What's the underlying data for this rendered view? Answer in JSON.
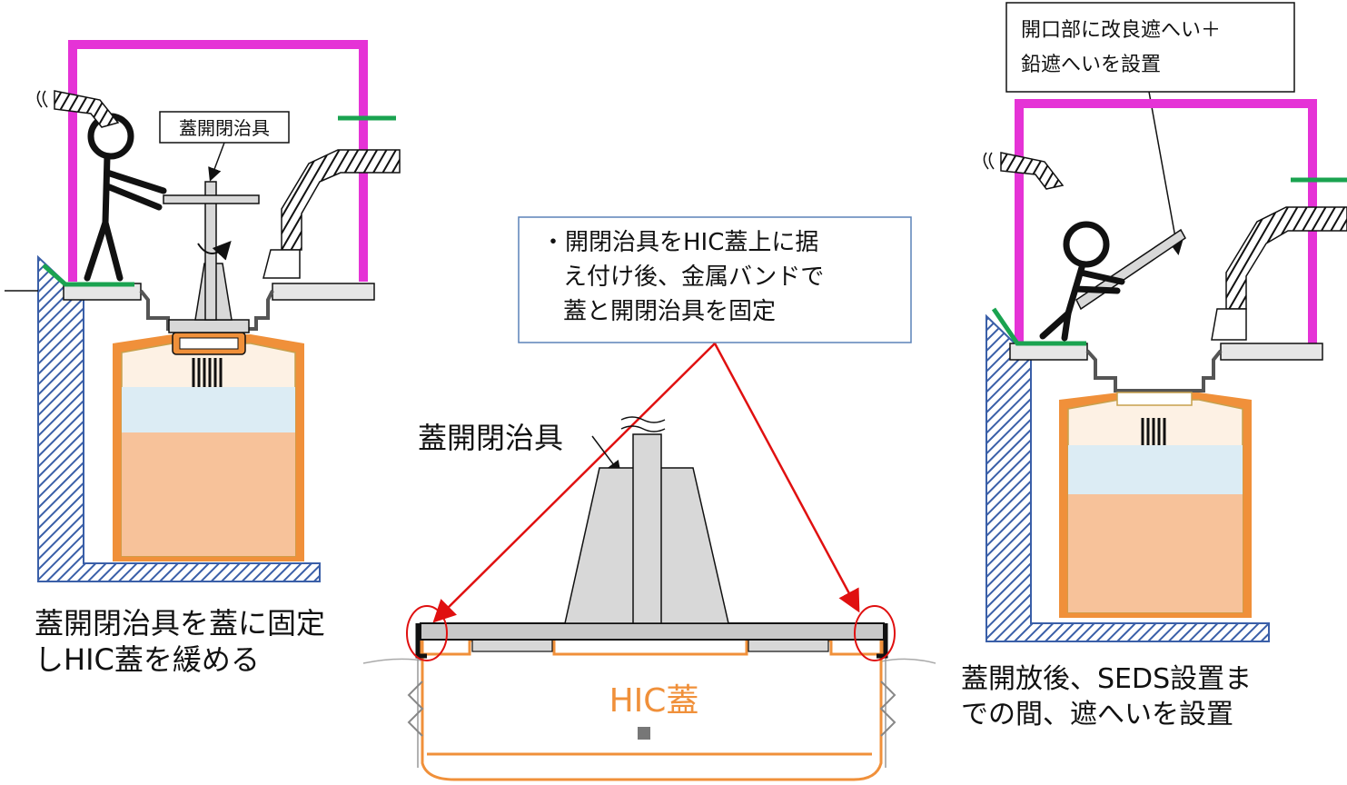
{
  "left": {
    "tool_label": "蓋開閉治具",
    "caption_line1": "蓋開閉治具を蓋に固定",
    "caption_line2": "しHIC蓋を緩める"
  },
  "middle": {
    "note_line1": "・開閉治具をHIC蓋上に据",
    "note_line2": "え付け後、金属バンドで",
    "note_line3": "蓋と開閉治具を固定",
    "tool_label": "蓋開閉治具",
    "lid_label": "HIC蓋"
  },
  "right": {
    "note_line1": "開口部に改良遮へい＋",
    "note_line2": "鉛遮へいを設置",
    "caption_line1": "蓋開放後、SEDS設置ま",
    "caption_line2": "での間、遮へいを設置"
  },
  "colors": {
    "frame": "#e533d6",
    "shield_wall": "#3a5fa8",
    "green": "#1aa350",
    "liquid": "#f7c29a",
    "water": "#dcecf4",
    "lid_orange": "#f0903a",
    "arrow_red": "#e01010",
    "note_border": "#5b82b8"
  },
  "icons": [
    "stick-figure",
    "duct-hose",
    "rotation-arrow",
    "wavy-break"
  ]
}
